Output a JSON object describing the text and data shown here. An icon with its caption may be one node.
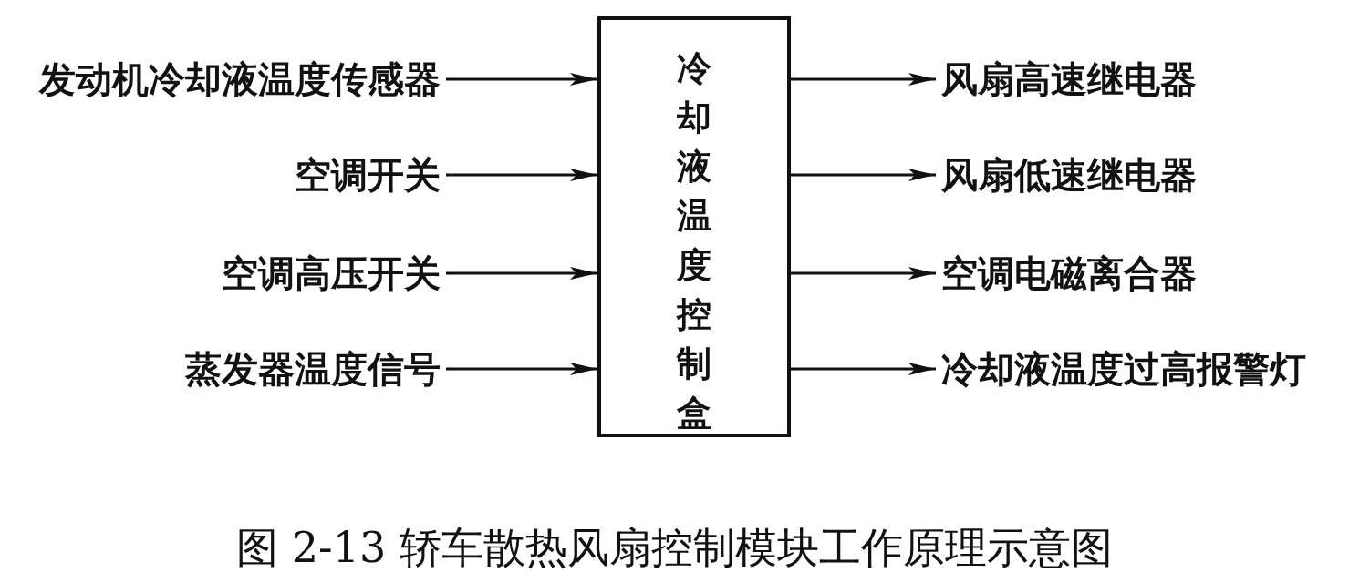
{
  "diagram": {
    "caption": "图 2-13 轿车散热风扇控制模块工作原理示意图",
    "nodes": [
      {
        "text": [
          "冷却液温度控制盒"
        ]
      },
      {
        "text": [
          "发动机冷却液温度传感器"
        ]
      },
      {
        "text": [
          "空调开关"
        ]
      },
      {
        "text": [
          "空调高压开关"
        ]
      },
      {
        "text": [
          "蒸发器温度信号"
        ]
      },
      {
        "text": [
          "风扇高速继电器"
        ]
      },
      {
        "text": [
          "风扇低速继电器"
        ]
      },
      {
        "text": [
          "空调电磁离合器"
        ]
      },
      {
        "text": [
          "冷却液温度过高报警灯"
        ]
      }
    ],
    "edges": [
      {
        "from": 1,
        "to": 0,
        "arrow": "to"
      },
      {
        "from": 2,
        "to": 0,
        "arrow": "to"
      },
      {
        "from": 3,
        "to": 0,
        "arrow": "to"
      },
      {
        "from": 4,
        "to": 0,
        "arrow": "to"
      },
      {
        "from": 0,
        "to": 5,
        "arrow": "to"
      },
      {
        "from": 0,
        "to": 6,
        "arrow": "to"
      },
      {
        "from": 0,
        "to": 7,
        "arrow": "to"
      },
      {
        "from": 0,
        "to": 8,
        "arrow": "to"
      }
    ]
  }
}
